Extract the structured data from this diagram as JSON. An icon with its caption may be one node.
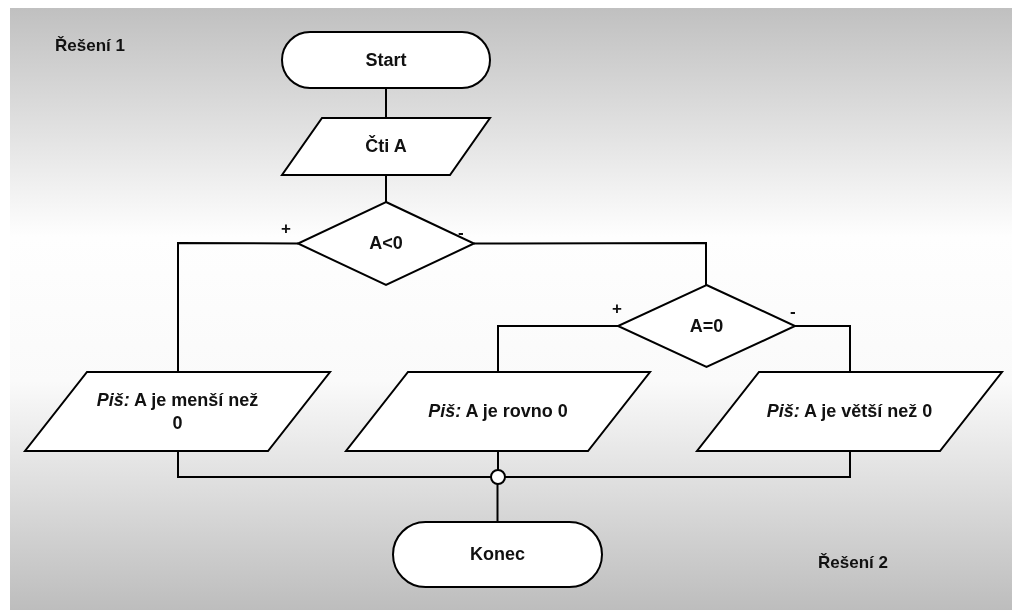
{
  "diagram": {
    "nodes": [
      {
        "text": [
          "Start"
        ]
      },
      {
        "text": [
          "Čti A"
        ]
      },
      {
        "text": [
          "A<0"
        ]
      },
      {
        "text": [
          "A=0"
        ]
      },
      {
        "text": [
          "*Piš:* A je menší než 0"
        ]
      },
      {
        "text": [
          "*Piš:* A je rovno 0"
        ]
      },
      {
        "text": [
          "*Piš:* A je větší než 0"
        ]
      },
      {
        "text": [],
        "shape": "circle"
      },
      {
        "text": [
          "Konec"
        ]
      }
    ],
    "edges": [
      {
        "from": 0,
        "to": 1,
        "arrow": "none"
      },
      {
        "from": 1,
        "to": 2,
        "arrow": "none"
      },
      {
        "from": 2,
        "to": 4,
        "arrow": "none",
        "label": "+"
      },
      {
        "from": 2,
        "to": 3,
        "arrow": "none",
        "label": "-"
      },
      {
        "from": 3,
        "to": 5,
        "arrow": "none",
        "label": "+"
      },
      {
        "from": 3,
        "to": 6,
        "arrow": "none",
        "label": "-"
      },
      {
        "from": 4,
        "to": 7,
        "arrow": "none"
      },
      {
        "from": 5,
        "to": 7,
        "arrow": "none"
      },
      {
        "from": 6,
        "to": 7,
        "arrow": "none"
      },
      {
        "from": 7,
        "to": 8,
        "arrow": "none"
      }
    ],
    "labels": [
      "Řešení 1",
      "Řešení 2"
    ]
  }
}
